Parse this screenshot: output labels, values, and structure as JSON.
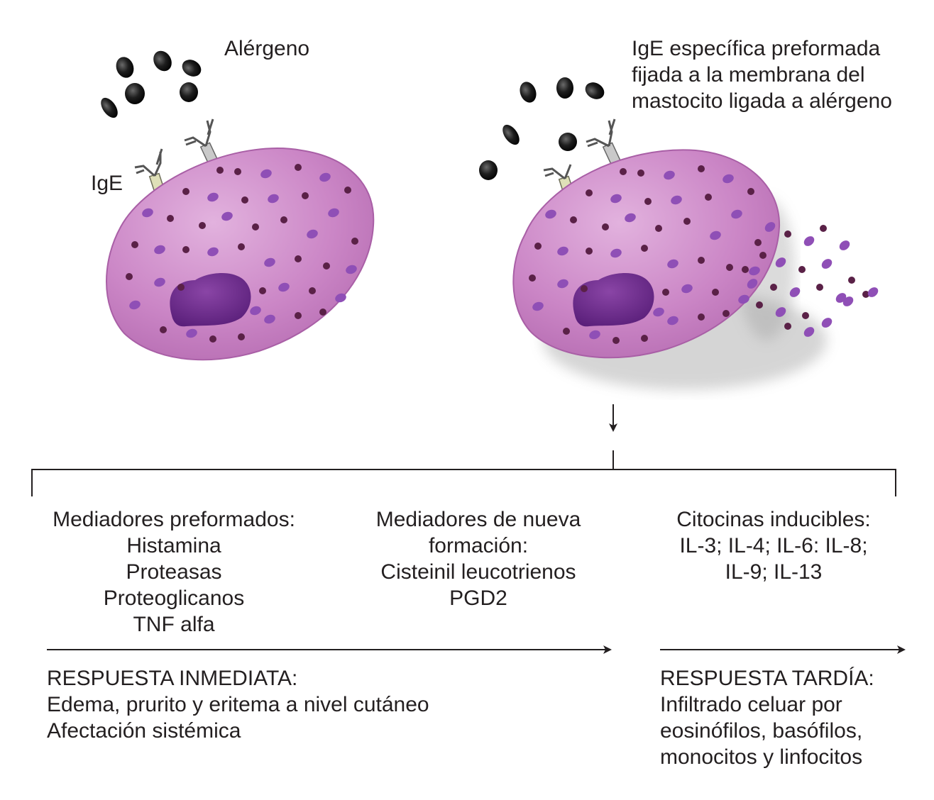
{
  "labels": {
    "allergen": "Alérgeno",
    "ige": "IgE",
    "ige_bound": [
      "IgE específica preformada",
      "fijada a la membrana del",
      "mastocito ligada a alérgeno"
    ]
  },
  "columns": {
    "preformed": {
      "title": "Mediadores preformados:",
      "items": [
        "Histamina",
        "Proteasas",
        "Proteoglicanos",
        "TNF alfa"
      ]
    },
    "new_formation": {
      "title_lines": [
        "Mediadores de nueva",
        "formación:"
      ],
      "items": [
        "Cisteinil leucotrienos",
        "PGD2"
      ]
    },
    "cytokines": {
      "title": "Citocinas inducibles:",
      "items": [
        "IL-3; IL-4; IL-6: IL-8;",
        "IL-9; IL-13"
      ]
    }
  },
  "responses": {
    "immediate": {
      "title": "RESPUESTA INMEDIATA:",
      "lines": [
        "Edema, prurito y eritema a nivel cutáneo",
        "Afectación sistémica"
      ]
    },
    "late": {
      "title": "RESPUESTA TARDÍA:",
      "lines": [
        "Infiltrado celuar por",
        "eosinófilos, basófilos,",
        "monocitos y linfocitos"
      ]
    }
  },
  "colors": {
    "cell_fill": "#c985c4",
    "cell_edge": "#b06aad",
    "nucleus": "#6a2a88",
    "granule_dark": "#5a2147",
    "granule_violet": "#8f4fb6",
    "allergen": "#1c1c1c",
    "line": "#231f20"
  }
}
